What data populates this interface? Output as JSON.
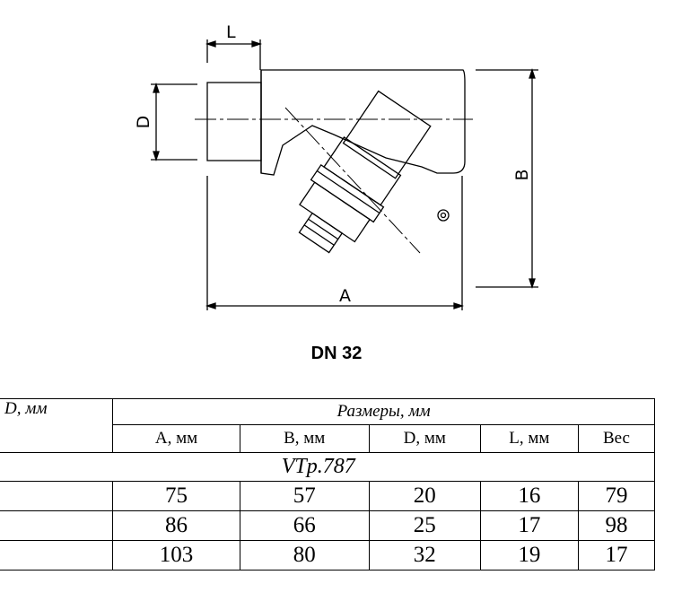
{
  "drawing": {
    "dim_l": "L",
    "dim_d": "D",
    "dim_b": "B",
    "dim_a": "A"
  },
  "caption": "DN 32",
  "table": {
    "first_header": "D, мм",
    "group_header": "Размеры, мм",
    "columns": [
      "A, мм",
      "B, мм",
      "D, мм",
      "L, мм",
      "Вес"
    ],
    "model": "VTp.787",
    "rows": [
      [
        "75",
        "57",
        "20",
        "16",
        "79"
      ],
      [
        "86",
        "66",
        "25",
        "17",
        "98"
      ],
      [
        "103",
        "80",
        "32",
        "19",
        "17"
      ]
    ]
  }
}
